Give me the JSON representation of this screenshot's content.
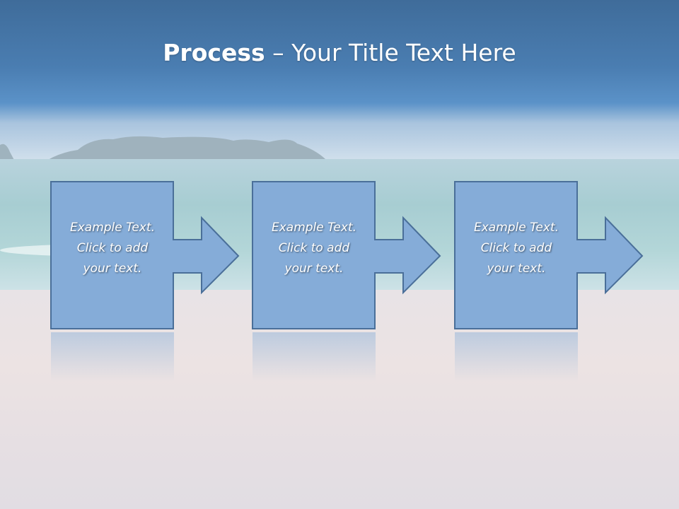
{
  "slide": {
    "title_bold": "Process",
    "title_rest": " – Your Title Text Here"
  },
  "steps": [
    {
      "line1": "Example Text.",
      "line2": "Click  to add",
      "line3": "your text."
    },
    {
      "line1": "Example Text.",
      "line2": "Click  to add",
      "line3": "your text."
    },
    {
      "line1": "Example Text.",
      "line2": "Click  to add",
      "line3": "your text."
    }
  ],
  "colors": {
    "box_fill": "#85acd8",
    "box_stroke": "#4a6f99",
    "title_color": "#ffffff"
  }
}
